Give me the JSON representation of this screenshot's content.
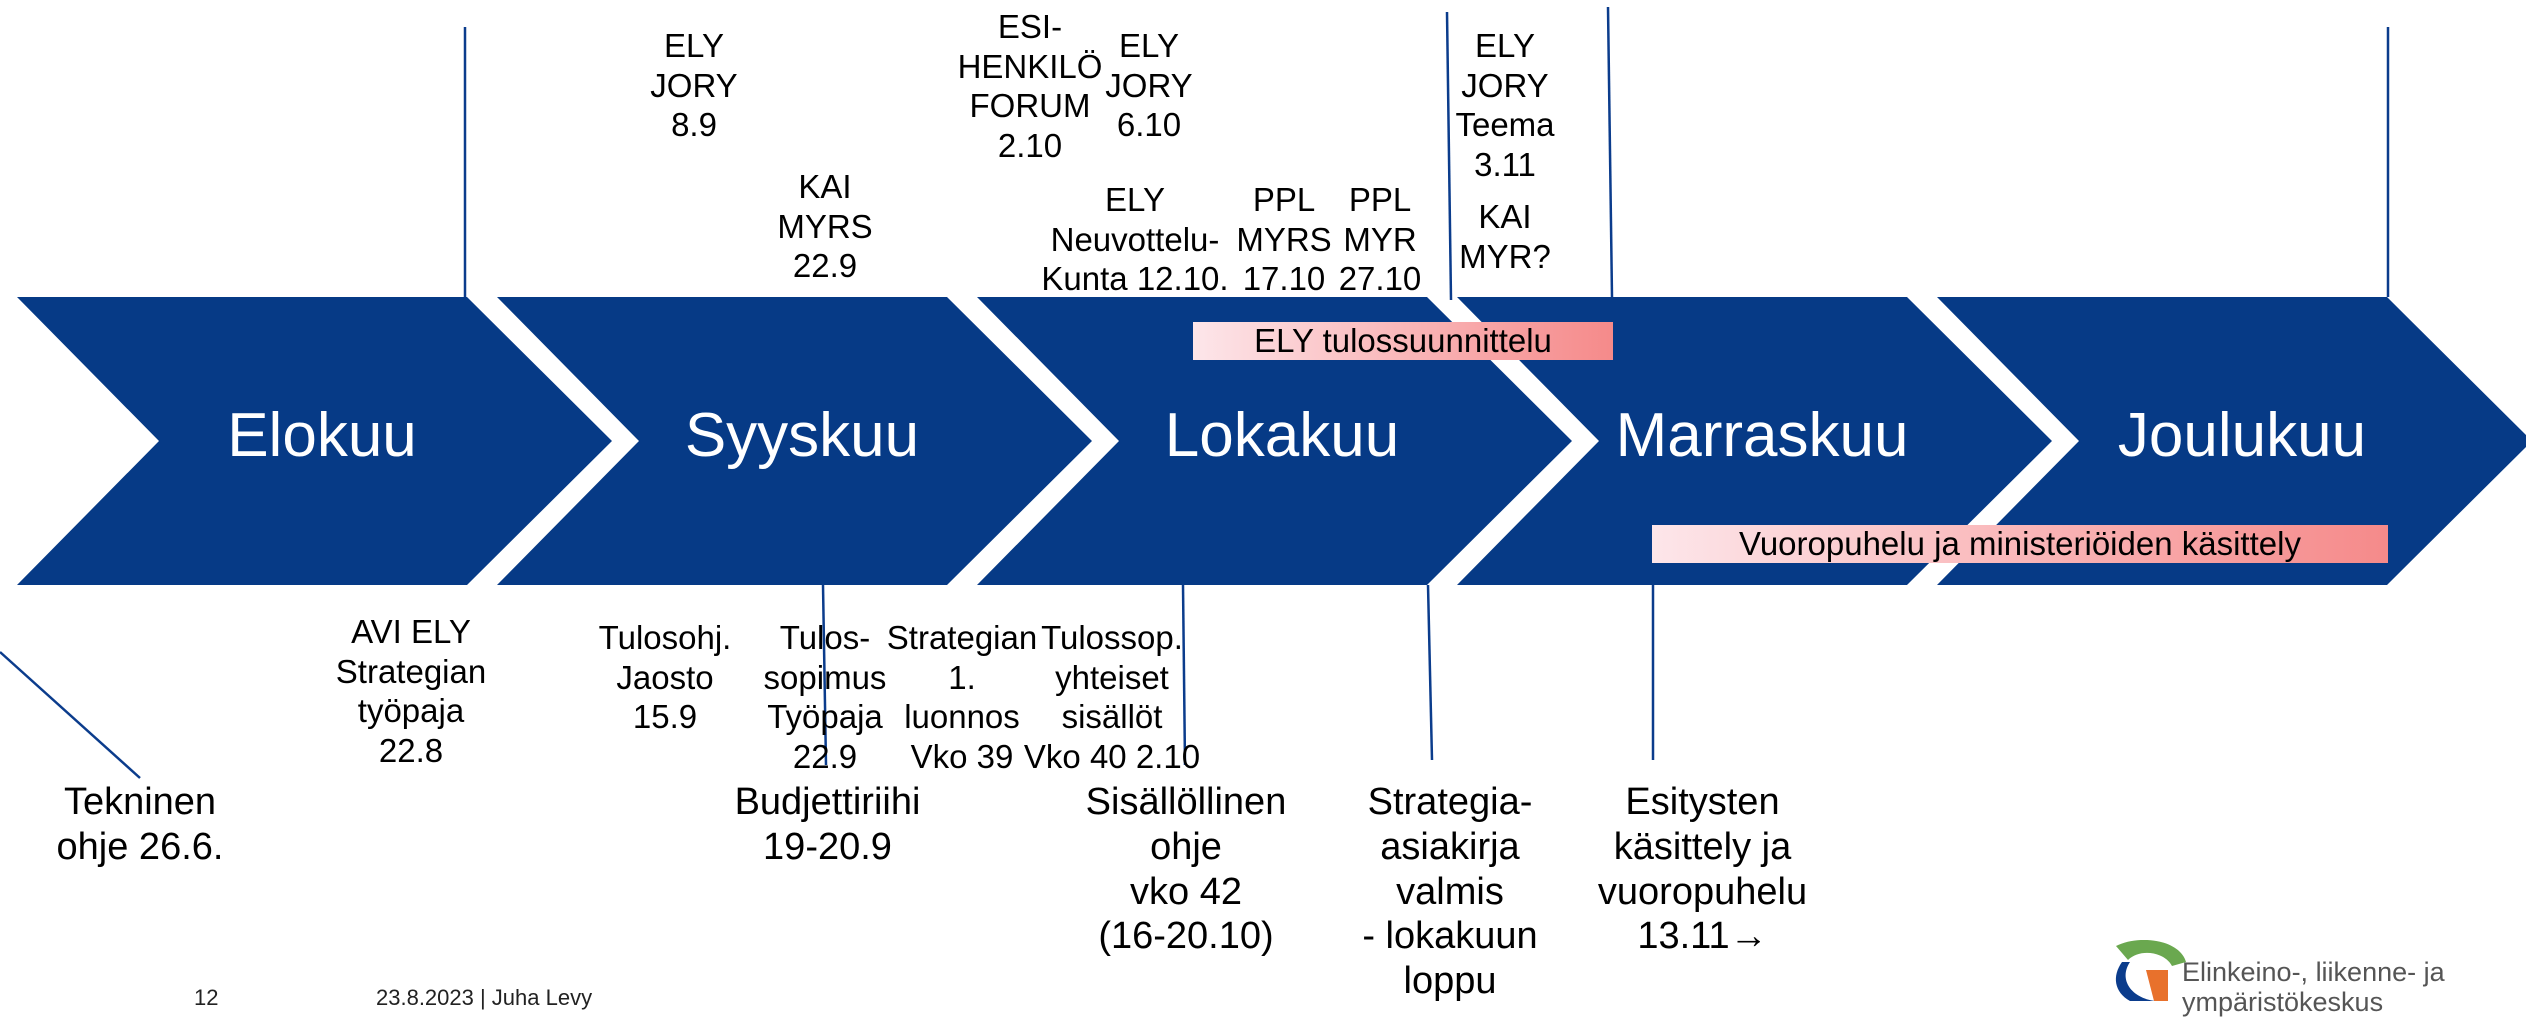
{
  "months": [
    "Elokuu",
    "Syyskuu",
    "Lokakuu",
    "Marraskuu",
    "Joulukuu"
  ],
  "top_events": {
    "ely_jory_89": "ELY\nJORY\n8.9",
    "kai_myrs": "KAI\nMYRS\n22.9",
    "esi_forum": "ESI-\nHENKILÖ\nFORUM\n2.10",
    "ely_jory_610": "ELY\nJORY\n6.10",
    "ely_neuvottelu": "ELY\nNeuvottelu-\nKunta 12.10.",
    "ppl_myrs": "PPL\nMYRS\n17.10",
    "ppl_myr": "PPL\nMYR\n27.10",
    "ely_jory_teema": "ELY\nJORY\nTeema\n3.11",
    "kai_myr": "KAI\nMYR?"
  },
  "bars": {
    "ely_tulossuunnittelu": "ELY tulossuunnittelu",
    "vuoropuhelu": "Vuoropuhelu ja ministeriöiden käsittely"
  },
  "bottom_events": {
    "avi_ely": "AVI ELY\nStrategian\ntyöpaja\n22.8",
    "tulosohj": "Tulosohj.\nJaosto\n15.9",
    "tulossopimus": "Tulos-\nsopimus\nTyöpaja\n22.9",
    "strategian_luonnos": "Strategian\n1.\nluonnos\nVko 39",
    "tulossop_yhteiset": "Tulossop.\nyhteiset\nsisällöt\nVko 40 2.10"
  },
  "milestones": {
    "tekninen_ohje": "Tekninen\nohje 26.6.",
    "budjettiriihi": "Budjettiriihi\n19-20.9",
    "sisallollinen_ohje": "Sisällöllinen\nohje\nvko 42\n(16-20.10)",
    "strategia_asiakirja": "Strategia-\nasiakirja\nvalmis\n- lokakuun\nloppu",
    "esitysten_kasittely": "Esitysten\nkäsittely ja\nvuoropuhelu\n13.11→"
  },
  "footer": {
    "page_number": "12",
    "date_author": "23.8.2023   |   Juha Levy",
    "org_name": "Elinkeino-, liikenne- ja\nympäristökeskus"
  },
  "colors": {
    "chevron": "#063A86",
    "line": "#0B3C8C",
    "bar_gradient": [
      "#fde6ea",
      "#f58a8a"
    ]
  }
}
